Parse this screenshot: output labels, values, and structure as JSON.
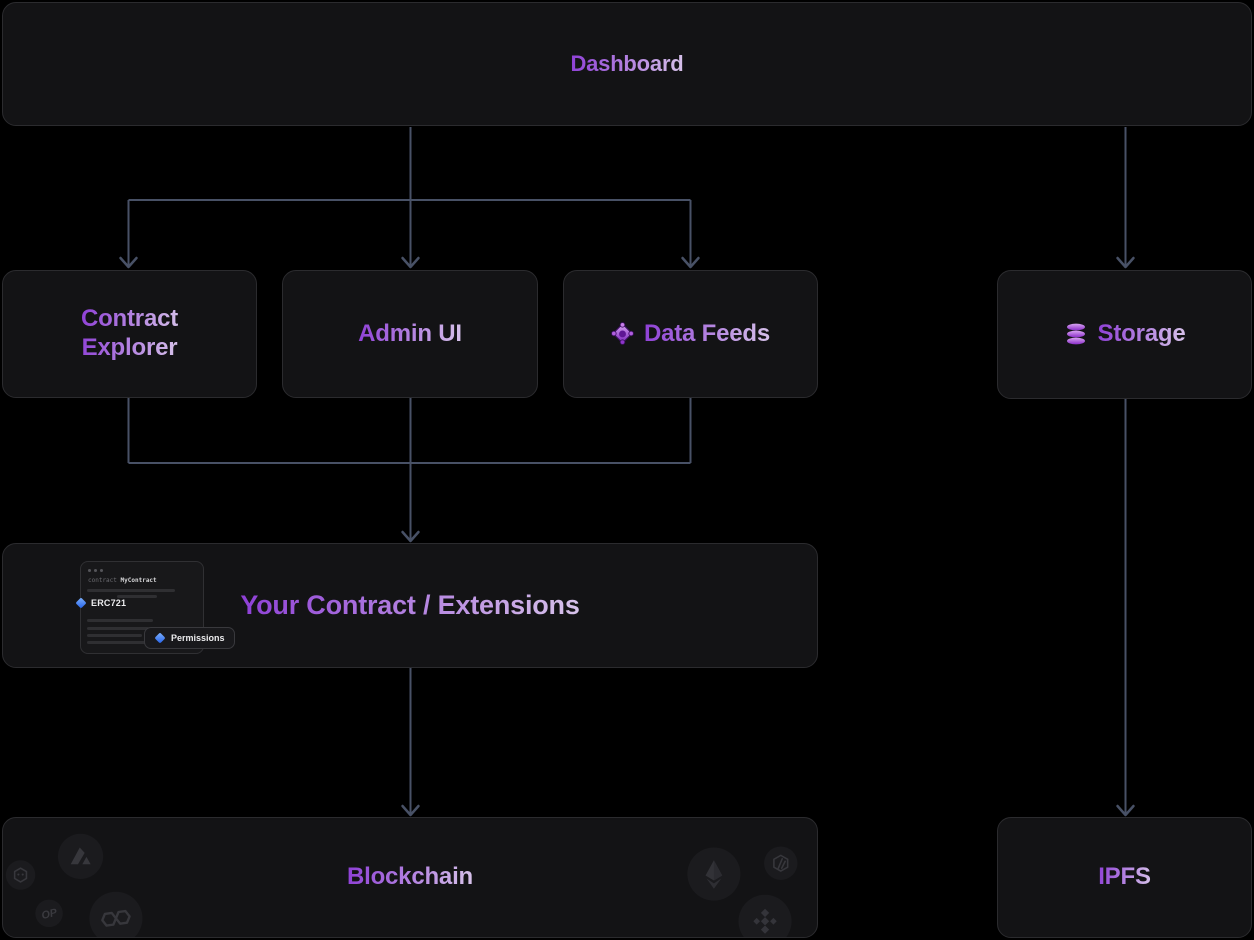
{
  "diagram": {
    "nodes": {
      "dashboard": {
        "label": "Dashboard"
      },
      "contract_explorer": {
        "label_line1": "Contract",
        "label_line2": "Explorer"
      },
      "admin_ui": {
        "label": "Admin UI"
      },
      "data_feeds": {
        "label": "Data Feeds",
        "icon": "gem-icon"
      },
      "storage": {
        "label": "Storage",
        "icon": "database-icon"
      },
      "your_contract": {
        "label": "Your Contract / Extensions"
      },
      "blockchain": {
        "label": "Blockchain",
        "op_label": "OP",
        "chain_icons": [
          "avalanche-icon",
          "hex-chain-icon",
          "optimism-icon",
          "polygon-icon",
          "ethereum-icon",
          "arbitrum-icon",
          "bnb-icon"
        ]
      },
      "ipfs": {
        "label": "IPFS"
      }
    },
    "contract_preview": {
      "keyword": "contract",
      "name": "MyContract",
      "erc_badge": "ERC721",
      "permissions_badge": "Permissions"
    },
    "colors": {
      "node_bg": "#131315",
      "node_border": "#2b2b2e",
      "connector": "#485166",
      "text_gradient_start": "#8e3fd6",
      "text_gradient_end": "#d7c3ea",
      "badge_blue": "#3b82f6"
    }
  }
}
